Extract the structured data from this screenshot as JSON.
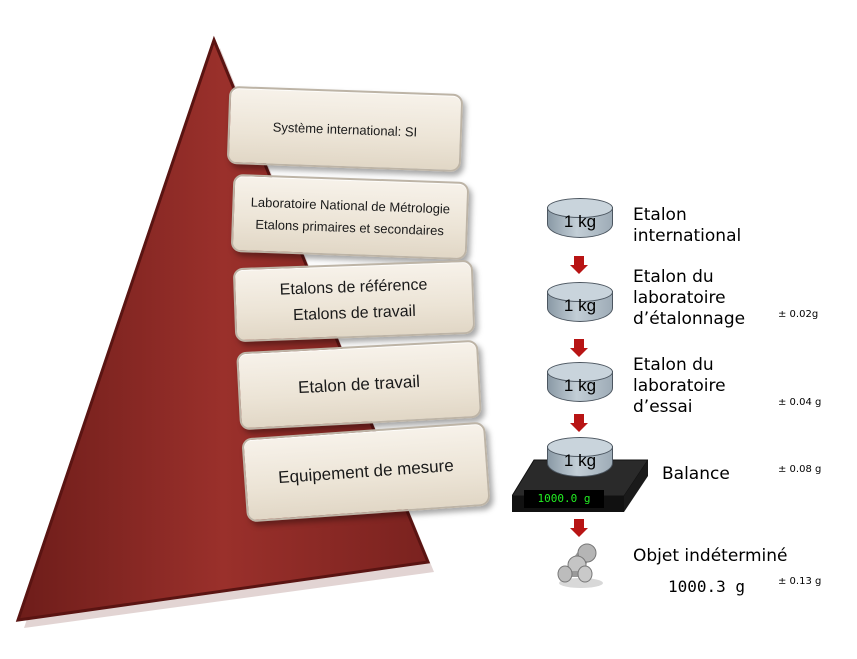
{
  "pyramid": {
    "levels": [
      {
        "lines": [
          "Système international: SI"
        ]
      },
      {
        "lines": [
          "Laboratoire National de Métrologie",
          "Etalons primaires et secondaires"
        ]
      },
      {
        "lines": [
          "Etalons de référence",
          "Etalons de travail"
        ]
      },
      {
        "lines": [
          "Etalon de travail"
        ]
      },
      {
        "lines": [
          "Equipement de mesure"
        ]
      }
    ]
  },
  "chain": {
    "weight_label": "1 kg",
    "steps": [
      {
        "lines": [
          "Etalon",
          "international"
        ],
        "tolerance": ""
      },
      {
        "lines": [
          "Etalon du",
          "laboratoire",
          "d’étalonnage"
        ],
        "tolerance": "± 0.02g"
      },
      {
        "lines": [
          "Etalon du",
          "laboratoire",
          "d’essai"
        ],
        "tolerance": "± 0.04 g"
      },
      {
        "lines": [
          "Balance"
        ],
        "tolerance": "± 0.08 g"
      },
      {
        "lines": [
          "Objet indéterminé"
        ],
        "tolerance": "± 0.13 g"
      }
    ],
    "scale_display": "1000.0 g",
    "object_reading": "1000.3 g"
  },
  "colors": {
    "pyramid_fill": "#8b2a26",
    "pyramid_edge": "#5a1412",
    "arrow": "#b81414",
    "display_text": "#22ee22"
  },
  "icons": [
    "weight-icon",
    "arrow-down-icon",
    "scale-icon",
    "dumbbell-icon"
  ]
}
